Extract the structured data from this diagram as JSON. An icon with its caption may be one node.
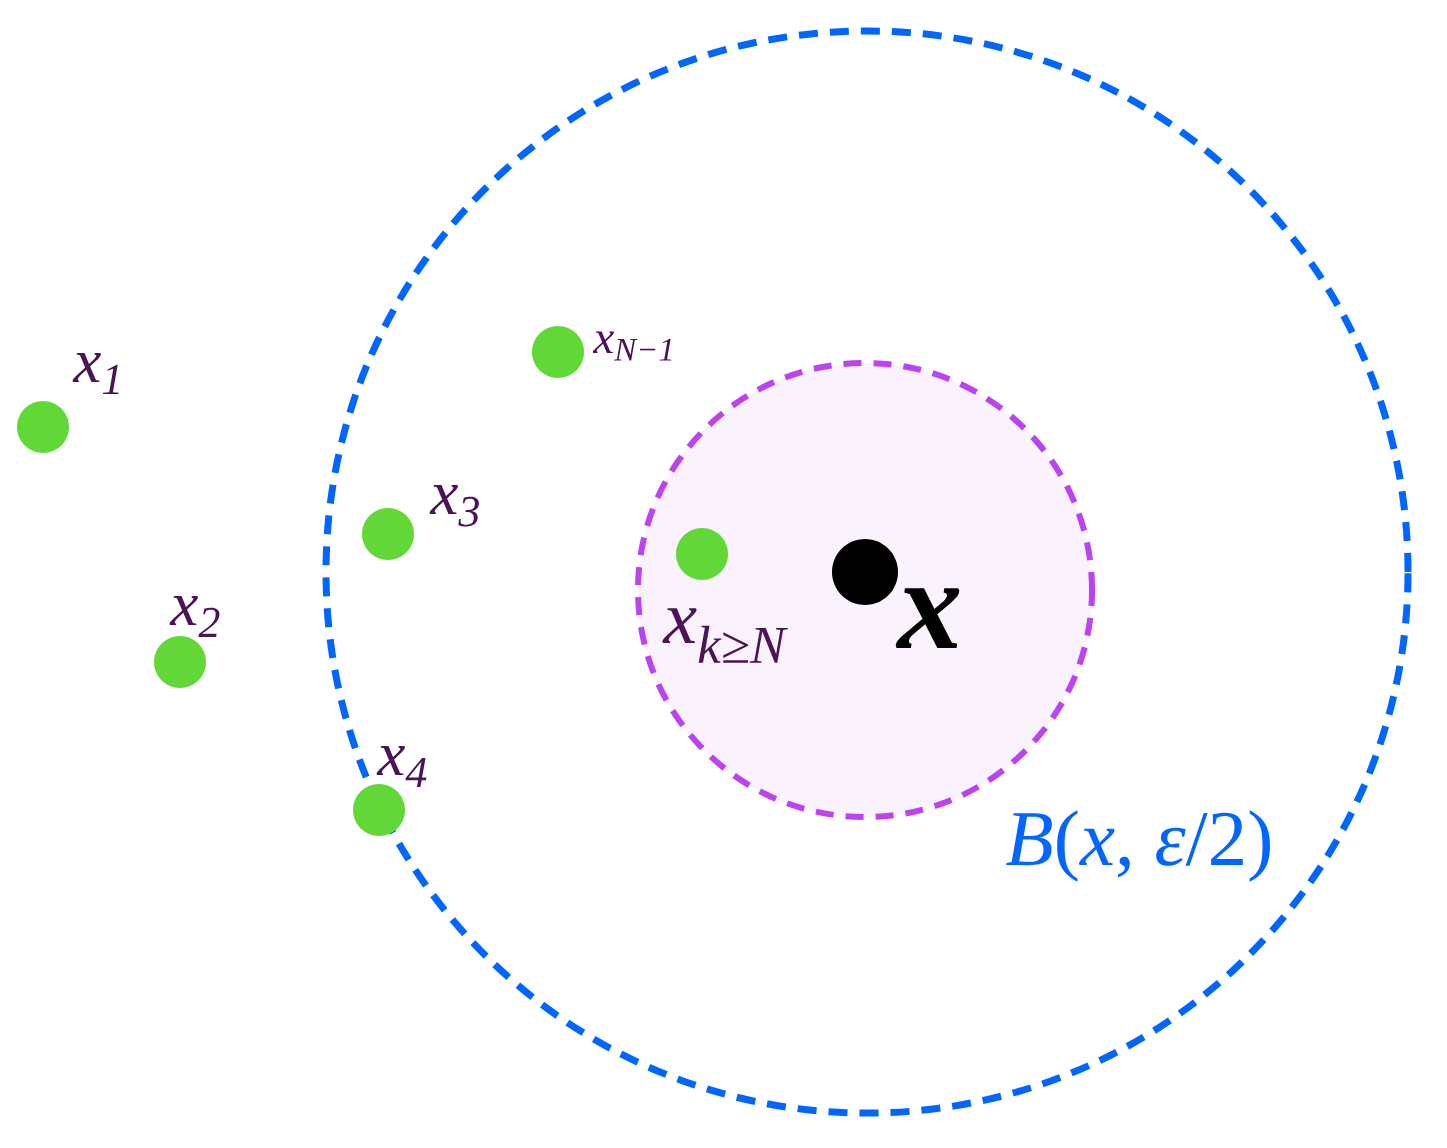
{
  "diagram": {
    "nodes": [
      {
        "text": [],
        "shape": "circle",
        "beside": [
          "x$_{1}$"
        ]
      },
      {
        "text": [],
        "shape": "circle",
        "beside": [
          "x$_{2}$"
        ]
      },
      {
        "text": [
          "*B*(*x*, *ε*/2)"
        ]
      },
      {
        "text": [],
        "shape": "circle",
        "beside": [
          "x$_{3}$"
        ],
        "in": 2
      },
      {
        "text": [],
        "shape": "circle",
        "beside": [
          "x$_{N−1}$"
        ],
        "in": 2
      },
      {
        "text": [],
        "shape": "circle",
        "beside": [
          "x$_{4}$"
        ]
      },
      {
        "text": [],
        "shape": "circle",
        "in": 2
      },
      {
        "text": [],
        "shape": "circle",
        "beside": [
          "x$_{k≥N}$"
        ],
        "in": 6
      },
      {
        "text": [],
        "shape": "circle",
        "beside": [
          "x"
        ],
        "in": 6
      }
    ]
  }
}
